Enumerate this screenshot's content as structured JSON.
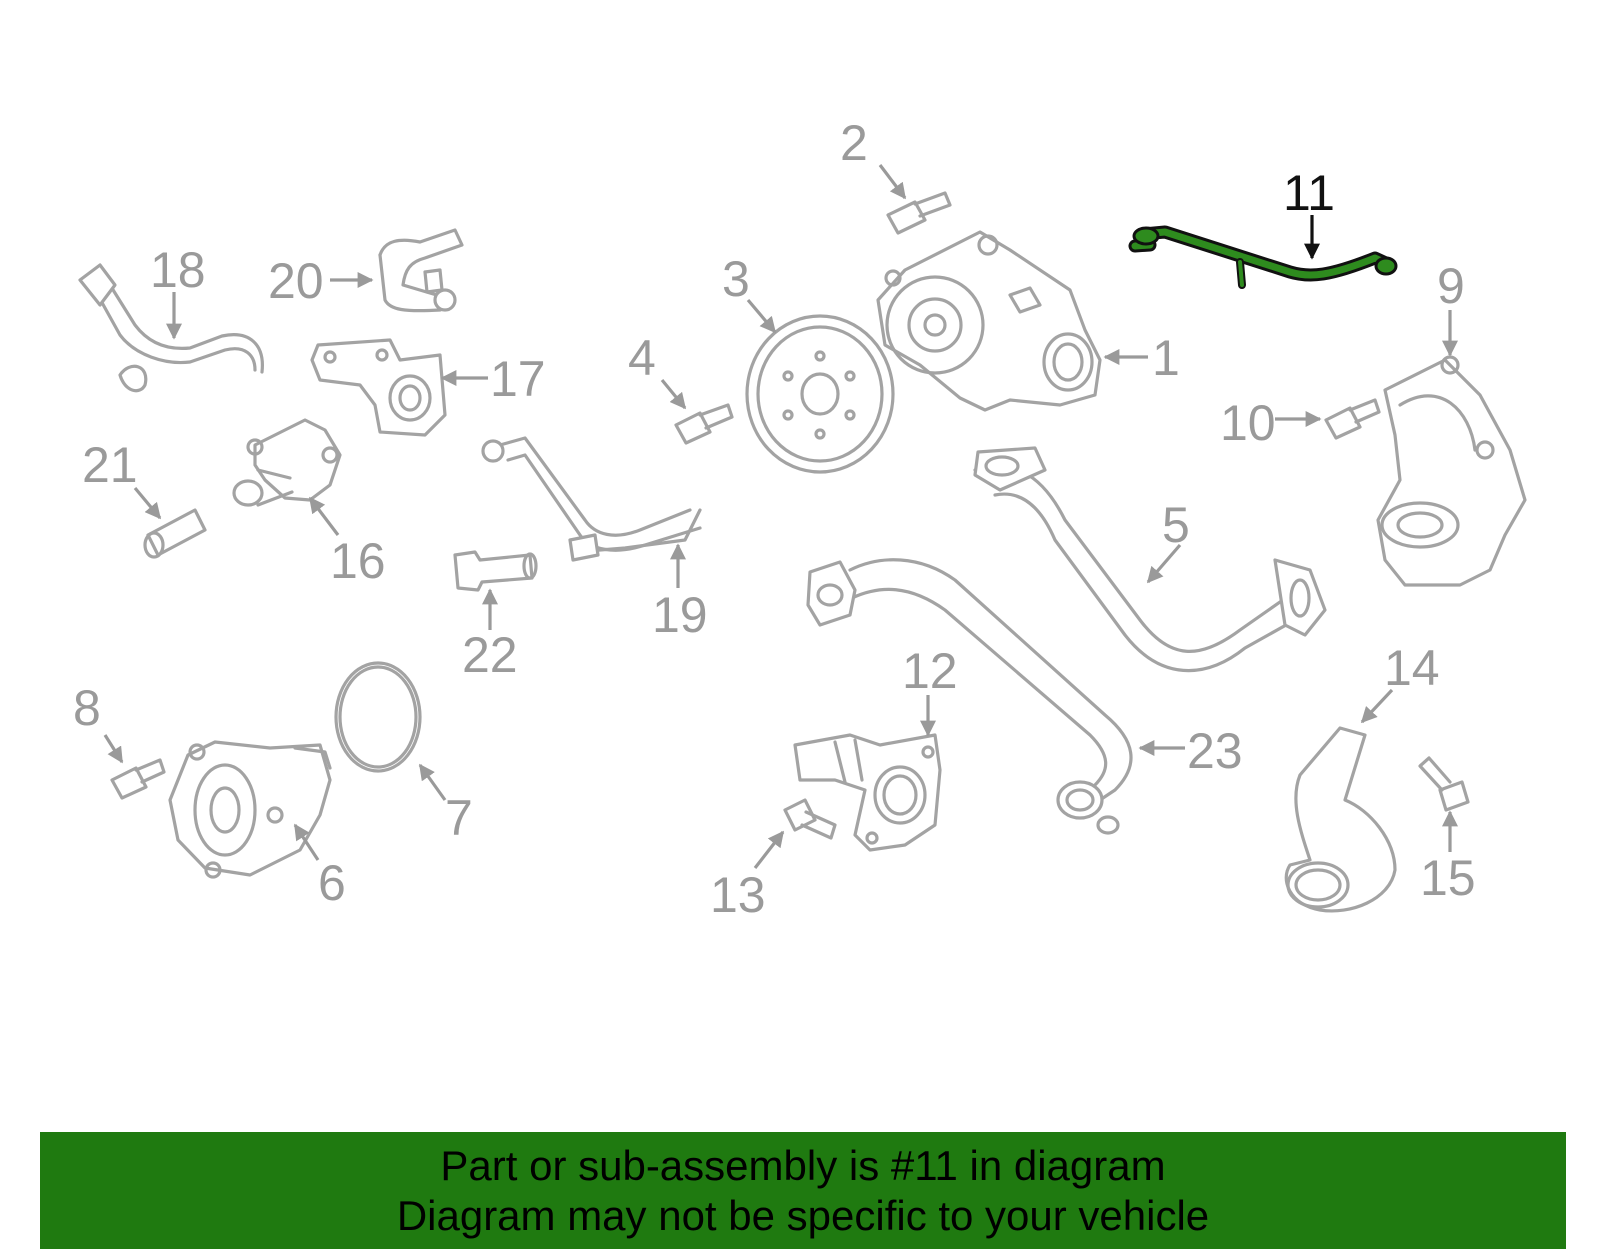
{
  "diagram": {
    "highlight_color": "#2e8b1e",
    "line_color": "#a3a3a3",
    "callouts": [
      "1",
      "2",
      "3",
      "4",
      "5",
      "6",
      "7",
      "8",
      "9",
      "10",
      "11",
      "12",
      "13",
      "14",
      "15",
      "16",
      "17",
      "18",
      "19",
      "20",
      "21",
      "22",
      "23"
    ],
    "highlighted_callout": "11"
  },
  "banner": {
    "background": "#1f7a10",
    "line1": "Part or sub-assembly is #11 in diagram",
    "line2": "Diagram may not be specific to your vehicle"
  }
}
